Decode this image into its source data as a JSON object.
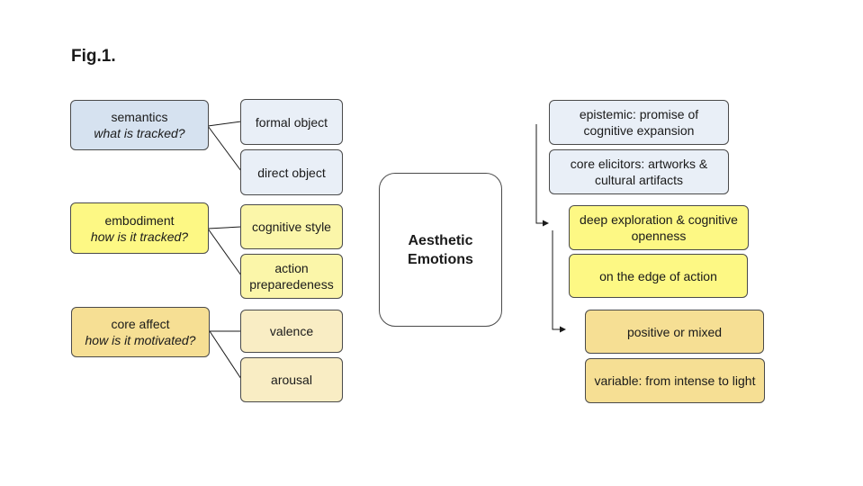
{
  "figure": {
    "title": "Fig.1."
  },
  "left": {
    "groups": [
      {
        "category": "semantics",
        "question": "what is tracked?",
        "items": [
          "formal object",
          "direct object"
        ]
      },
      {
        "category": "embodiment",
        "question": "how is it tracked?",
        "items": [
          "cognitive style",
          "action preparedeness"
        ]
      },
      {
        "category": "core affect",
        "question": "how is it motivated?",
        "items": [
          "valence",
          "arousal"
        ]
      }
    ]
  },
  "center": {
    "line1": "Aesthetic",
    "line2": "Emotions"
  },
  "right": {
    "items": [
      "epistemic: promise of cognitive expansion",
      "core elicitors: artworks & cultural artifacts",
      "deep exploration & cognitive openness",
      "on the edge of action",
      "positive or mixed",
      "variable: from intense to light"
    ]
  },
  "colors": {
    "semantics": "#d6e2f0",
    "semantics_items": "#e9eff7",
    "embodiment": "#fdf884",
    "embodiment_items": "#fbf6a9",
    "core_affect": "#f6df94",
    "core_affect_items": "#f9edc4",
    "border": "#4a4a4a"
  }
}
